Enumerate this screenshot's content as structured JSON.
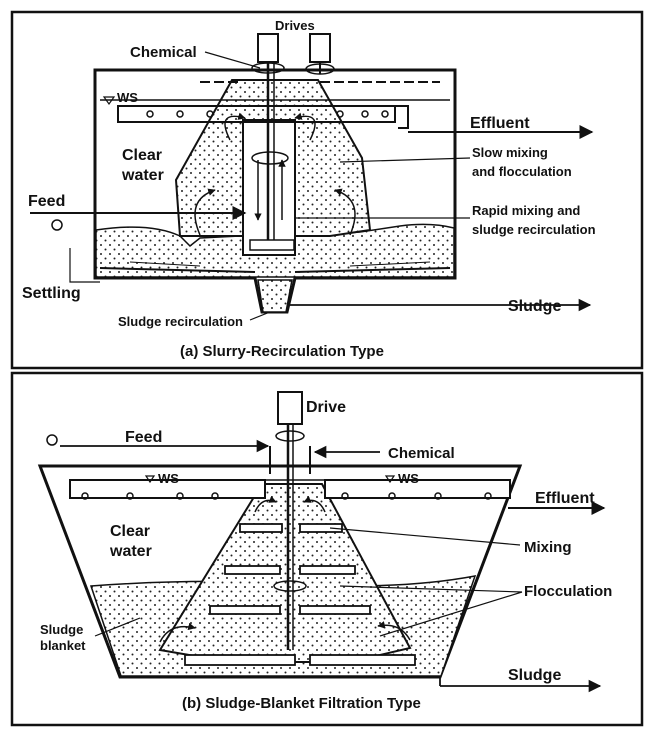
{
  "panel_a": {
    "caption": "(a) Slurry-Recirculation Type",
    "labels": {
      "drives": "Drives",
      "chemical": "Chemical",
      "ws": "WS",
      "effluent": "Effluent",
      "clear_water_1": "Clear",
      "clear_water_2": "water",
      "slow_mixing_1": "Slow mixing",
      "slow_mixing_2": "and flocculation",
      "feed": "Feed",
      "rapid_mixing_1": "Rapid mixing and",
      "rapid_mixing_2": "sludge recirculation",
      "settling": "Settling",
      "sludge": "Sludge",
      "sludge_recirculation": "Sludge recirculation"
    }
  },
  "panel_b": {
    "caption": "(b) Sludge-Blanket Filtration Type",
    "labels": {
      "drive": "Drive",
      "feed": "Feed",
      "chemical": "Chemical",
      "ws_left": "WS",
      "ws_right": "WS",
      "effluent": "Effluent",
      "clear_water_1": "Clear",
      "clear_water_2": "water",
      "mixing": "Mixing",
      "flocculation": "Flocculation",
      "sludge_blanket_1": "Sludge",
      "sludge_blanket_2": "blanket",
      "sludge": "Sludge"
    }
  }
}
